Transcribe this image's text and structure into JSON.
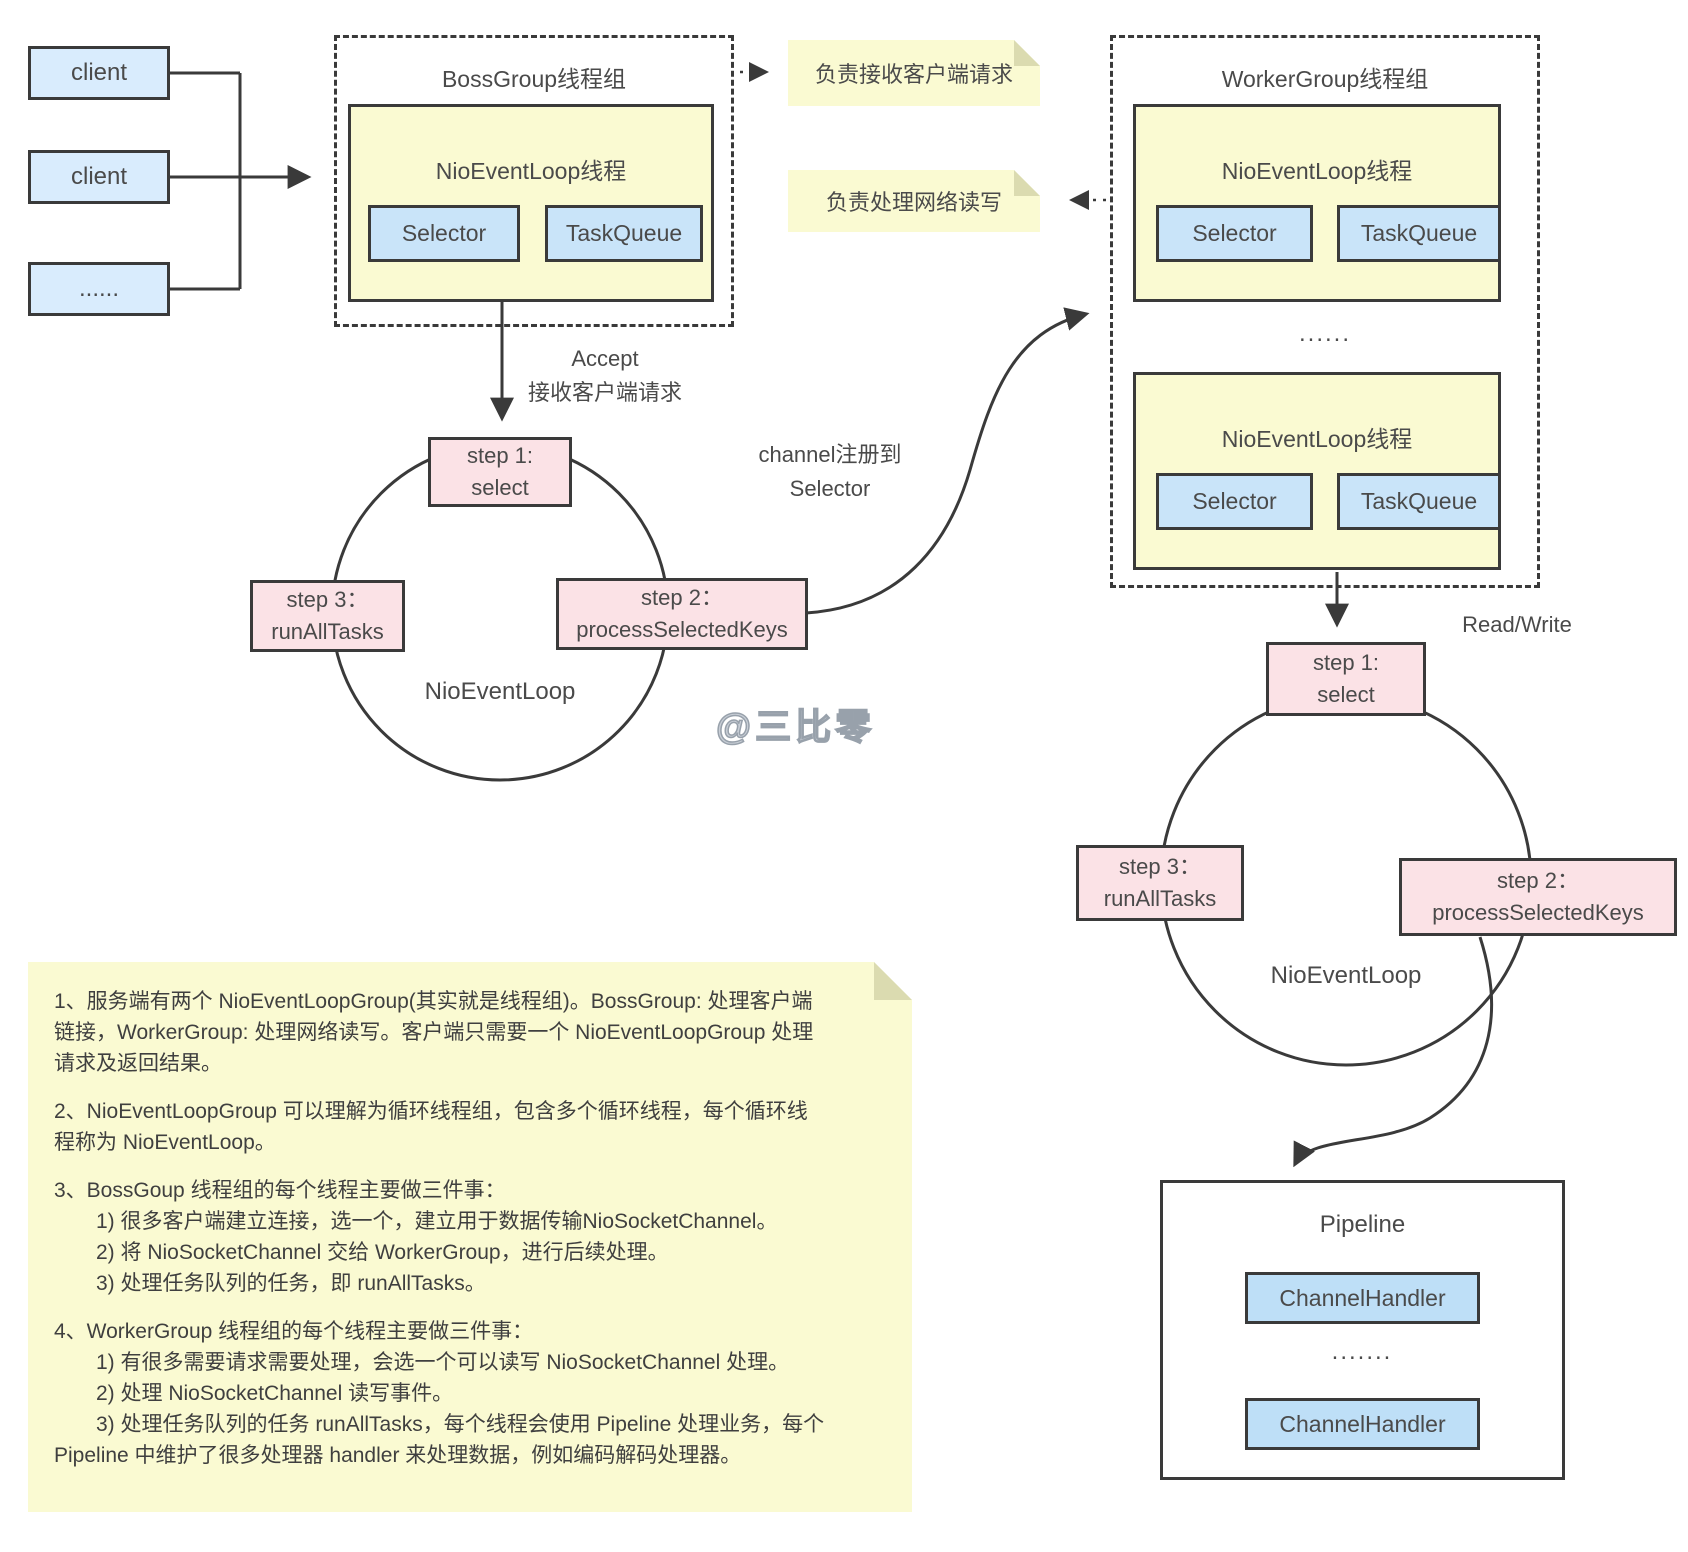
{
  "clients": {
    "c1": "client",
    "c2": "client",
    "c3": "......"
  },
  "boss_group": {
    "title": "BossGroup线程组",
    "loop": {
      "title": "NioEventLoop线程",
      "selector": "Selector",
      "task_queue": "TaskQueue"
    }
  },
  "notes": {
    "accept": "负责接收客户端请求",
    "readwrite": "负责处理网络读写"
  },
  "worker_group": {
    "title": "WorkerGroup线程组",
    "ellipsis": "......",
    "loop1": {
      "title": "NioEventLoop线程",
      "selector": "Selector",
      "task_queue": "TaskQueue"
    },
    "loop2": {
      "title": "NioEventLoop线程",
      "selector": "Selector",
      "task_queue": "TaskQueue"
    }
  },
  "labels": {
    "accept_en": "Accept",
    "accept_zh": "接收客户端请求",
    "channel_register_l1": "channel注册到",
    "channel_register_l2": "Selector",
    "read_write": "Read/Write",
    "watermark": "@三比零"
  },
  "boss_loop": {
    "step1_l1": "step 1:",
    "step1_l2": "select",
    "step2_l1": "step 2：",
    "step2_l2": "processSelectedKeys",
    "step3_l1": "step 3：",
    "step3_l2": "runAllTasks",
    "name": "NioEventLoop"
  },
  "worker_loop": {
    "step1_l1": "step 1:",
    "step1_l2": "select",
    "step2_l1": "step 2：",
    "step2_l2": "processSelectedKeys",
    "step3_l1": "step 3：",
    "step3_l2": "runAllTasks",
    "name": "NioEventLoop"
  },
  "pipeline": {
    "title": "Pipeline",
    "handler1": "ChannelHandler",
    "ellipsis": ".......",
    "handler2": "ChannelHandler"
  },
  "description_note": {
    "p1": "1、服务端有两个 NioEventLoopGroup(其实就是线程组)。BossGroup: 处理客户端\n链接，WorkerGroup: 处理网络读写。客户端只需要一个 NioEventLoopGroup 处理\n请求及返回结果。",
    "p2": "2、NioEventLoopGroup 可以理解为循环线程组，包含多个循环线程，每个循环线\n程称为 NioEventLoop。",
    "p3": "3、BossGoup 线程组的每个线程主要做三件事：\n　　1) 很多客户端建立连接，选一个，建立用于数据传输NioSocketChannel。\n　　2) 将 NioSocketChannel 交给 WorkerGroup，进行后续处理。\n　　3) 处理任务队列的任务，即 runAllTasks。",
    "p4": "4、WorkerGroup 线程组的每个线程主要做三件事：\n　　1) 有很多需要请求需要处理，会选一个可以读写 NioSocketChannel 处理。\n　　2) 处理 NioSocketChannel 读写事件。\n　　3) 处理任务队列的任务 runAllTasks，每个线程会使用 Pipeline 处理业务，每个\nPipeline 中维护了很多处理器 handler 来处理数据，例如编码解码处理器。"
  }
}
